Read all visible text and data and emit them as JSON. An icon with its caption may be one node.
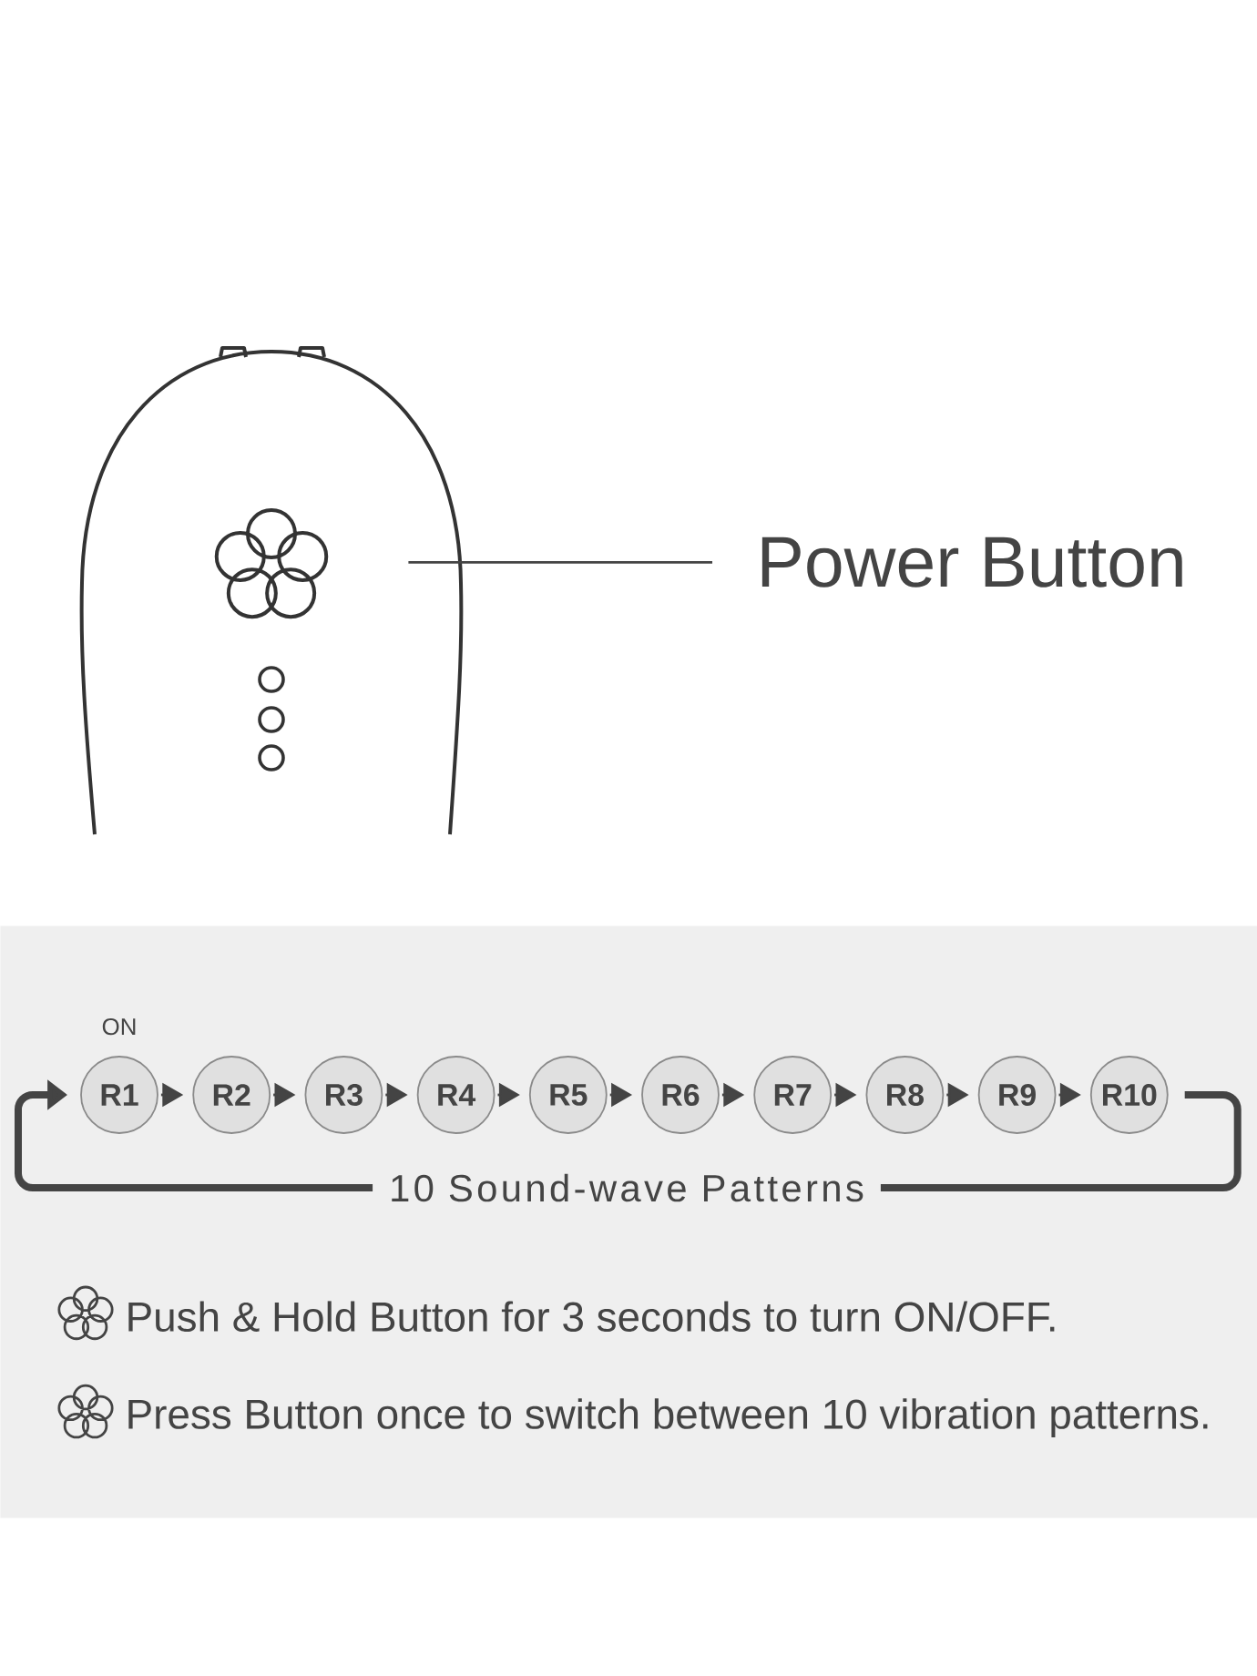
{
  "diagram": {
    "nodes": [
      {
        "text": [
          "Power Button"
        ]
      },
      {
        "text": [],
        "shape": "picture"
      },
      {
        "text": [
          "Push & Hold Button for 3 seconds to turn ON/OFF.",
          "Press Button once to switch between 10 vibration patterns."
        ]
      },
      {
        "text": [
          "R1"
        ],
        "in": 2,
        "beside": [
          "ON"
        ]
      },
      {
        "text": [
          "R2"
        ],
        "in": 2
      },
      {
        "text": [
          "R3"
        ],
        "in": 2
      },
      {
        "text": [
          "R4"
        ],
        "in": 2
      },
      {
        "text": [
          "R5"
        ],
        "in": 2
      },
      {
        "text": [
          "R6"
        ],
        "in": 2
      },
      {
        "text": [
          "R7"
        ],
        "in": 2
      },
      {
        "text": [
          "R8"
        ],
        "in": 2
      },
      {
        "text": [
          "R9"
        ],
        "in": 2
      },
      {
        "text": [
          "R10"
        ],
        "in": 2
      }
    ],
    "edges": [
      {
        "from": 0,
        "to": 1,
        "arrow": "none"
      },
      {
        "from": 3,
        "to": 4,
        "arrow": "to"
      },
      {
        "from": 4,
        "to": 5,
        "arrow": "to"
      },
      {
        "from": 5,
        "to": 6,
        "arrow": "to"
      },
      {
        "from": 6,
        "to": 7,
        "arrow": "to"
      },
      {
        "from": 7,
        "to": 8,
        "arrow": "to"
      },
      {
        "from": 8,
        "to": 9,
        "arrow": "to"
      },
      {
        "from": 9,
        "to": 10,
        "arrow": "to"
      },
      {
        "from": 10,
        "to": 11,
        "arrow": "to"
      },
      {
        "from": 11,
        "to": 12,
        "arrow": "to"
      },
      {
        "from": 12,
        "to": 3,
        "arrow": "to",
        "label": "10 Sound-wave Patterns",
        "style": "thick"
      }
    ]
  }
}
